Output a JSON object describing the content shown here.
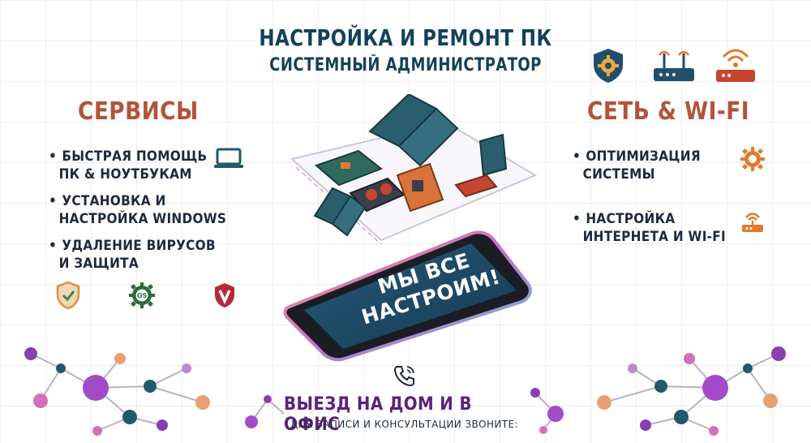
{
  "header": {
    "title": "НАСТРОЙКА И РЕМОНТ ПК",
    "subtitle": "СИСТЕМНЫЙ АДМИНИСТРАТОР"
  },
  "services": {
    "title": "СЕРВИСЫ",
    "items": [
      {
        "line1": "БЫСТРАЯ ПОМОЩЬ",
        "line2": "ПК & НОУТБУКАМ",
        "icon": "laptop-icon"
      },
      {
        "line1": "УСТАНОВКА И",
        "line2": "НАСТРОЙКА WINDOWS"
      },
      {
        "line1": "УДАЛЕНИЕ ВИРУСОВ",
        "line2": "И ЗАЩИТА"
      }
    ],
    "bottom_icons": [
      "shield-check-icon",
      "os-gear-icon",
      "antivirus-v-icon"
    ]
  },
  "network": {
    "title": "СЕТЬ & WI-FI",
    "items": [
      {
        "line1": "ОПТИМИЗАЦИЯ",
        "line2": "СИСТЕМЫ",
        "icon": "gear-icon"
      },
      {
        "line1": "НАСТРОЙКА",
        "line2": "ИНТЕРНЕТА И WI-FI",
        "icon": "router-icon"
      }
    ],
    "top_icons": [
      "shield-gear-icon",
      "router-icon",
      "wifi-router-icon"
    ]
  },
  "phone": {
    "line1": "МЫ ВСЕ",
    "line2": "НАСТРОИМ!"
  },
  "footer": {
    "title": "ВЫЕЗД НА ДОМ И В ОФИС",
    "subtitle": "ДЛЯ ЗАПИСИ И КОНСУЛЬТАЦИИ ЗВОНИТЕ:",
    "icon": "phone-call-icon"
  },
  "colors": {
    "navy": "#13425a",
    "rust": "#b1543a",
    "purple": "#5b227a",
    "orange": "#e07b2e",
    "teal": "#1f5a6b"
  }
}
